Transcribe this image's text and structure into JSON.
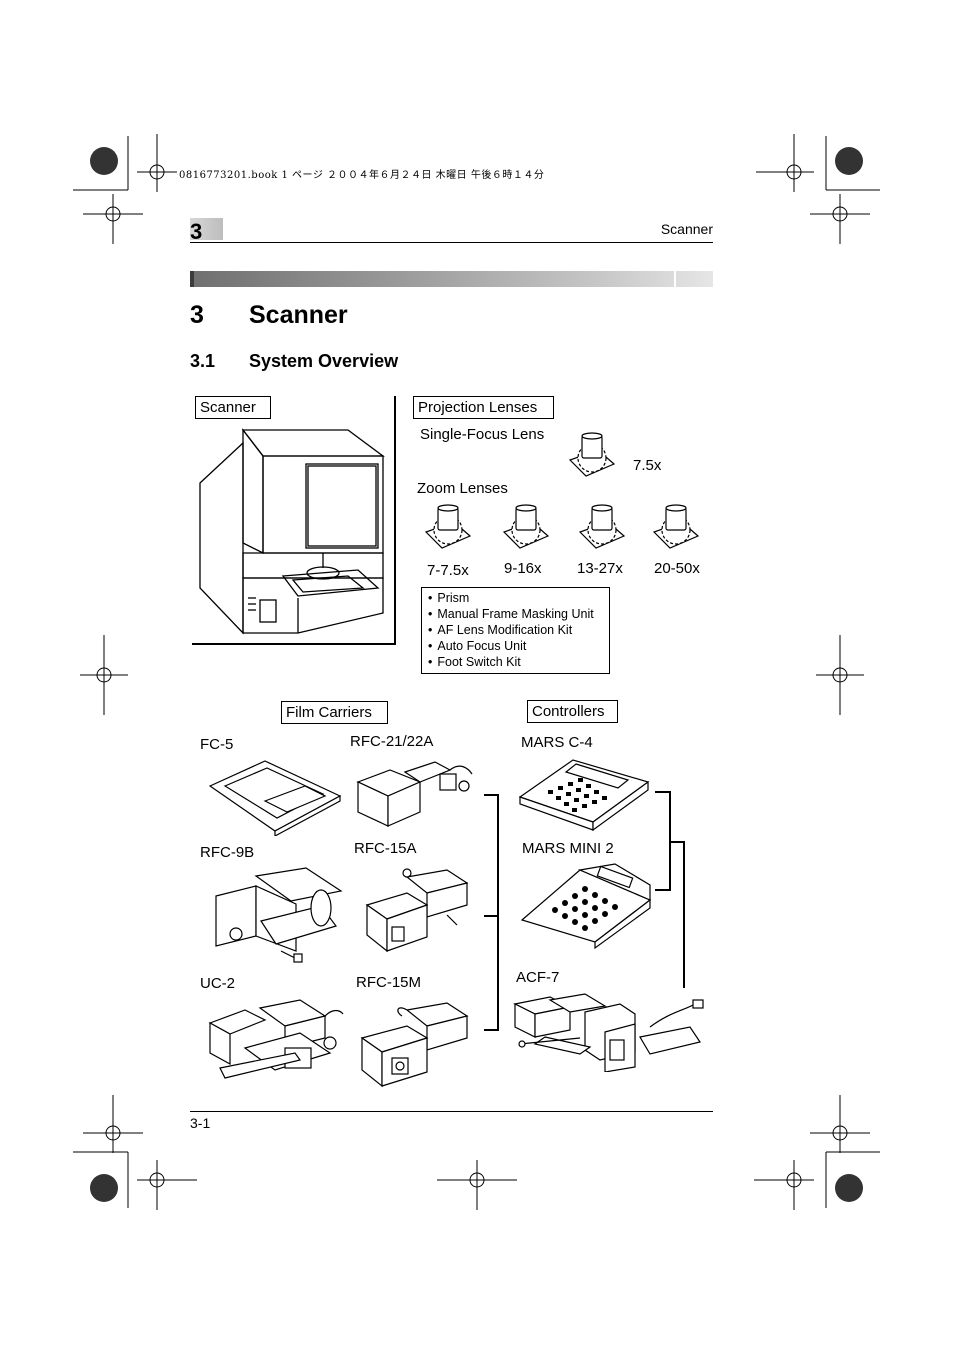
{
  "print_meta": "0816773201.book  1 ページ  ２００４年６月２４日  木曜日  午後６時１４分",
  "header": {
    "chapter_number": "3",
    "section_title": "Scanner"
  },
  "chapter": {
    "number": "3",
    "title": "Scanner"
  },
  "section": {
    "number": "3.1",
    "title": "System Overview"
  },
  "scanner_group": {
    "label": "Scanner"
  },
  "projection_lenses": {
    "label": "Projection Lenses",
    "single_focus_label": "Single-Focus Lens",
    "single_focus_mag": "7.5x",
    "zoom_label": "Zoom Lenses",
    "zoom_mags": [
      "7-7.5x",
      "9-16x",
      "13-27x",
      "20-50x"
    ],
    "options": [
      "Prism",
      "Manual Frame Masking Unit",
      "AF Lens Modification Kit",
      "Auto Focus Unit",
      "Foot Switch Kit"
    ]
  },
  "film_carriers": {
    "label": "Film Carriers",
    "items": [
      "FC-5",
      "RFC-21/22A",
      "RFC-9B",
      "RFC-15A",
      "UC-2",
      "RFC-15M"
    ]
  },
  "controllers": {
    "label": "Controllers",
    "items": [
      "MARS C-4",
      "MARS MINI 2",
      "ACF-7"
    ]
  },
  "footer": {
    "page_number": "3-1"
  }
}
